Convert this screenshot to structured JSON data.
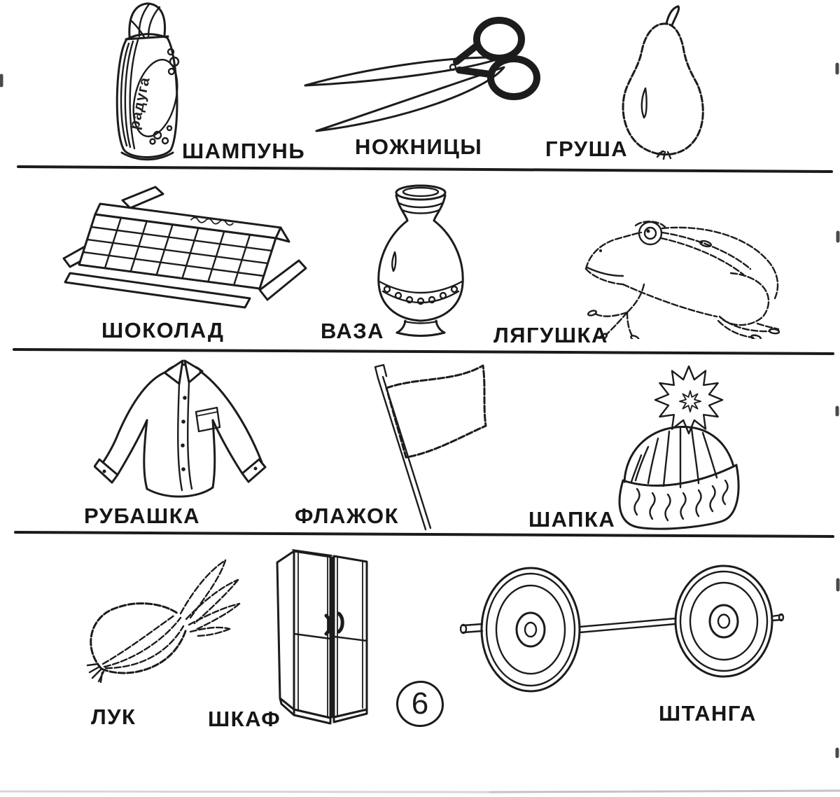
{
  "worksheet": {
    "page_number": "6",
    "shampoo_bottle_brand": "радуга",
    "rows": [
      {
        "items": [
          {
            "name": "shampoo",
            "label": "ШАМПУНЬ"
          },
          {
            "name": "scissors",
            "label": "НОЖНИЦЫ"
          },
          {
            "name": "pear",
            "label": "ГРУША"
          }
        ]
      },
      {
        "items": [
          {
            "name": "chocolate",
            "label": "ШОКОЛАД"
          },
          {
            "name": "vase",
            "label": "ВАЗА"
          },
          {
            "name": "frog",
            "label": "ЛЯГУШКА"
          }
        ]
      },
      {
        "items": [
          {
            "name": "shirt",
            "label": "РУБАШКА"
          },
          {
            "name": "flag",
            "label": "ФЛАЖОК"
          },
          {
            "name": "hat",
            "label": "ШАПКА"
          }
        ]
      },
      {
        "items": [
          {
            "name": "onion",
            "label": "ЛУК"
          },
          {
            "name": "wardrobe",
            "label": "ШКАФ"
          },
          {
            "name": "barbell",
            "label": "ШТАНГА"
          }
        ]
      }
    ],
    "colors": {
      "ink": "#1c1c1c",
      "paper": "#ffffff"
    }
  }
}
